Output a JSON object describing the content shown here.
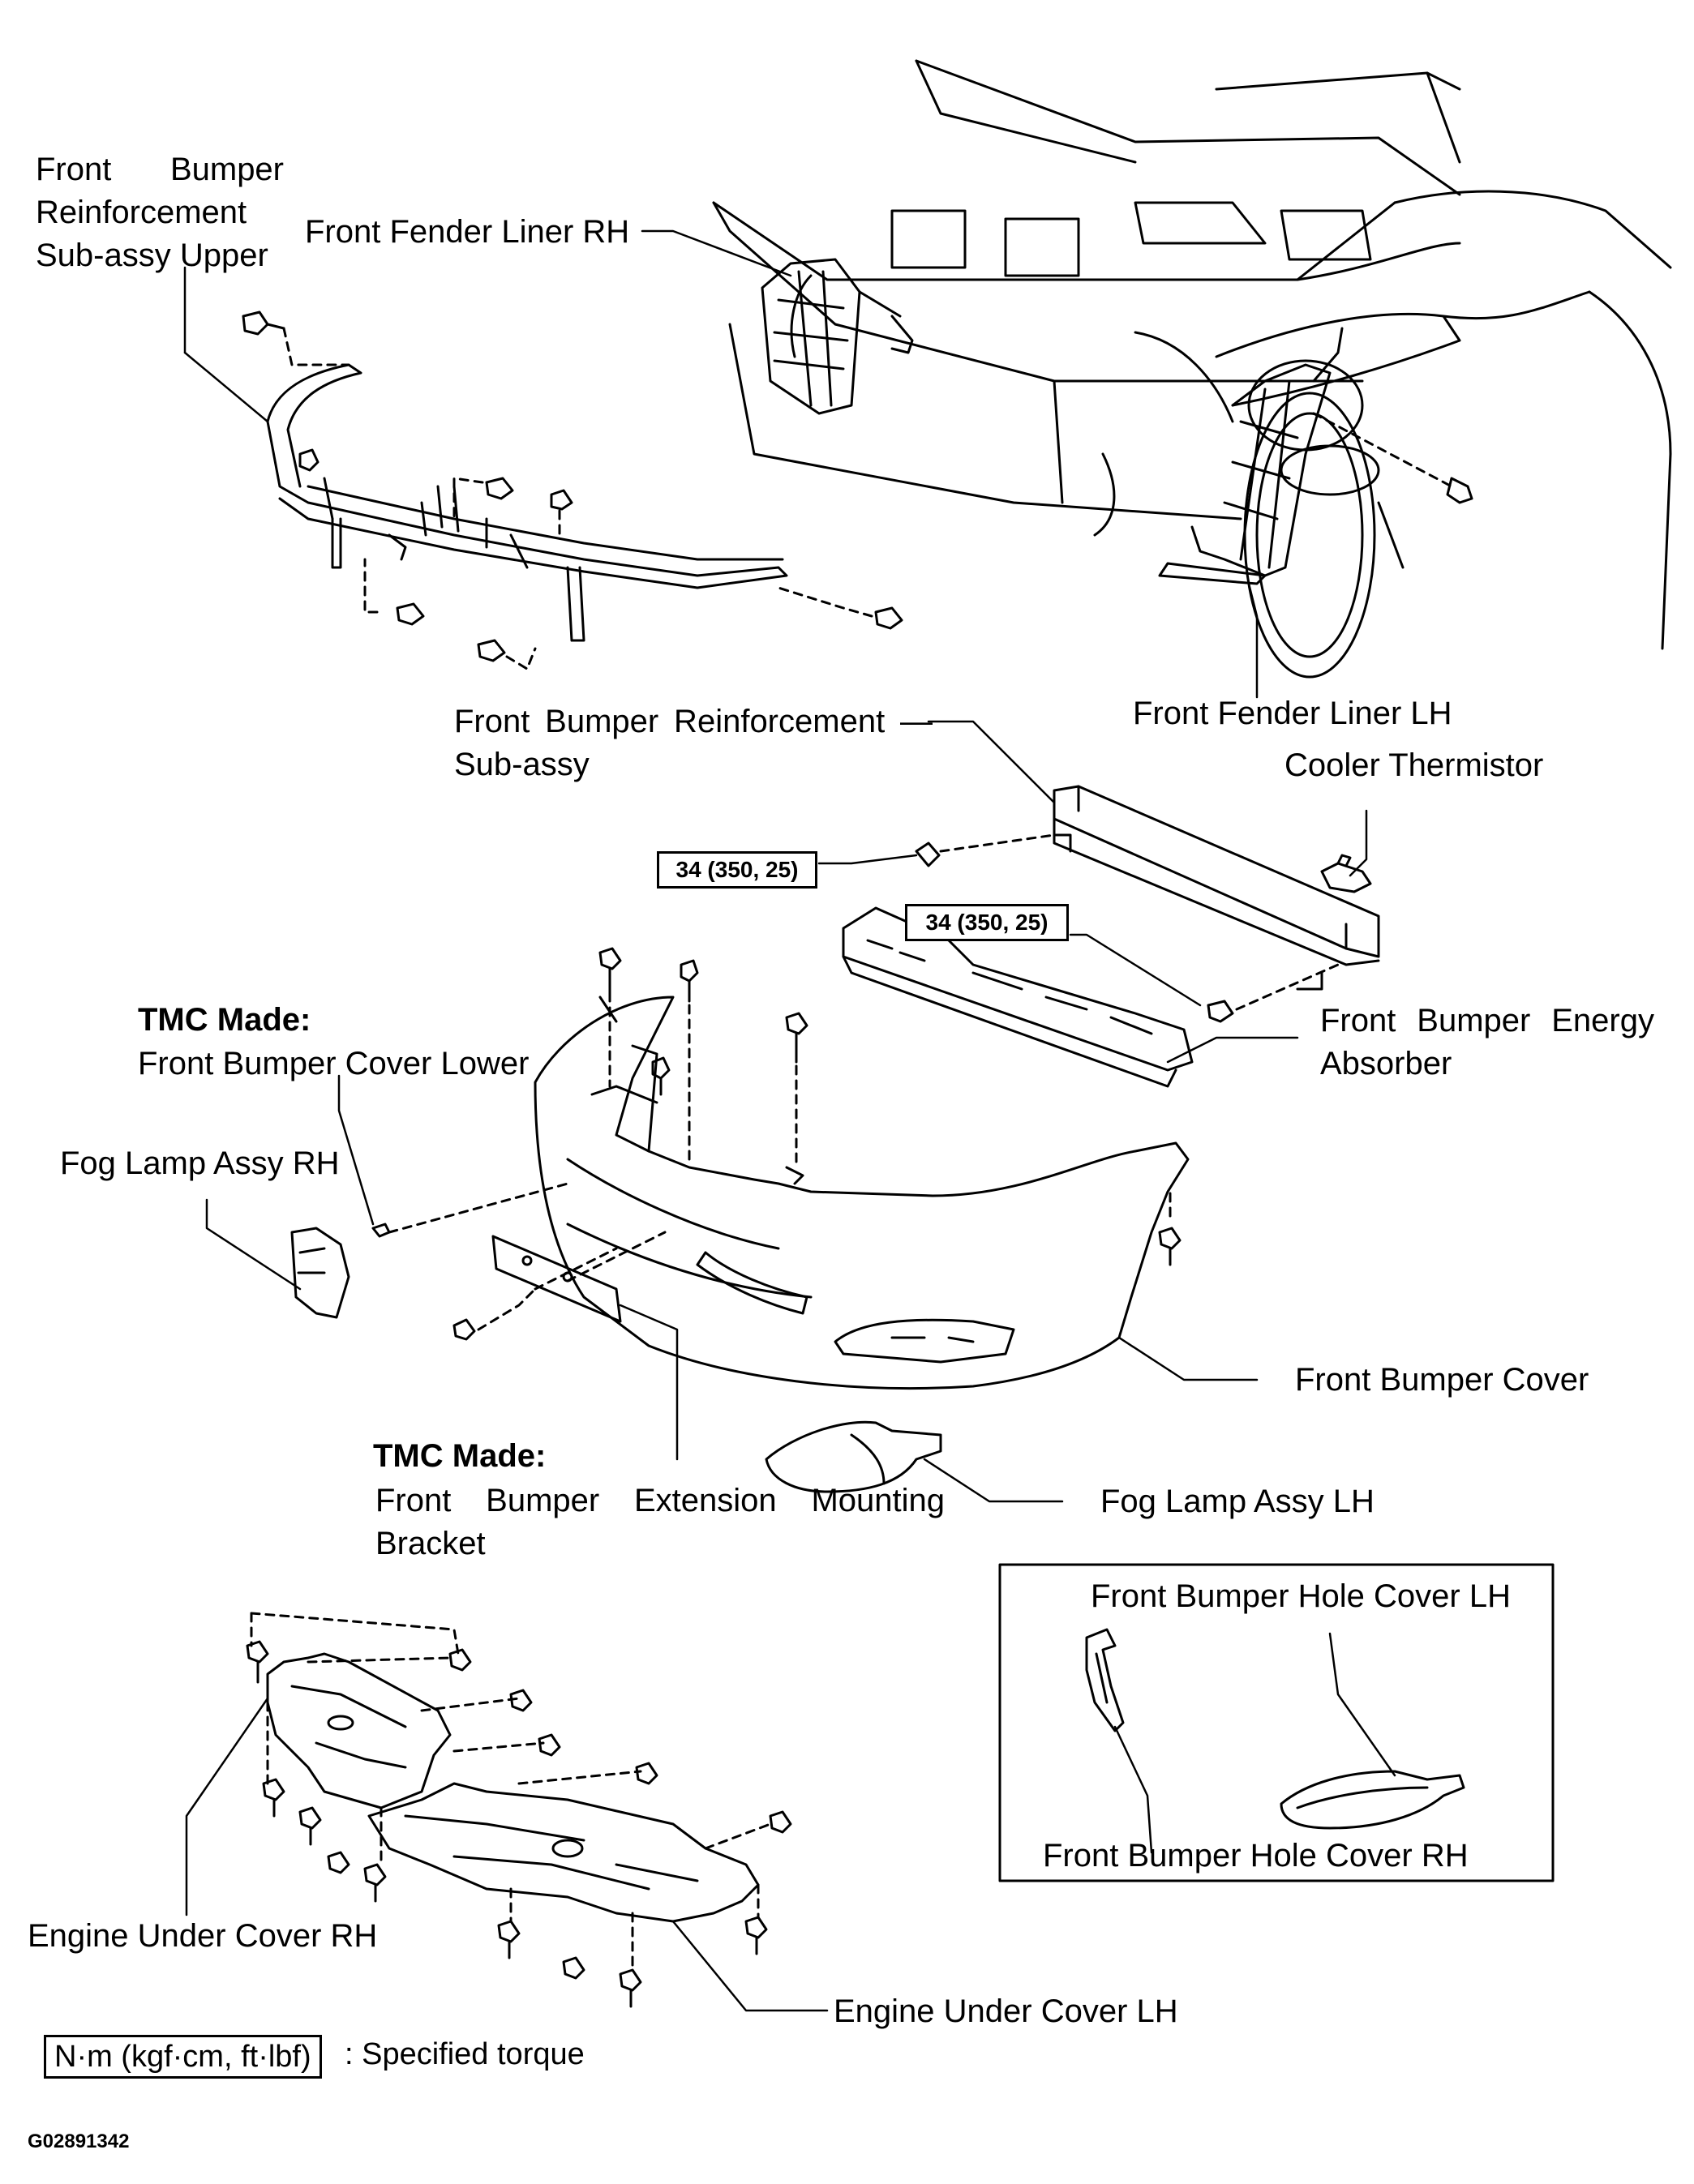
{
  "labels": {
    "reinf_upper": [
      "Front Bumper",
      "Reinforcement",
      "Sub-assy Upper"
    ],
    "fender_rh": "Front Fender Liner RH",
    "fender_lh": "Front Fender Liner LH",
    "reinf": [
      "Front Bumper Reinforcement —",
      "Sub-assy"
    ],
    "cooler": "Cooler Thermistor",
    "torque_1": "34 (350, 25)",
    "torque_2": "34 (350, 25)",
    "tmc_1": "TMC Made:",
    "cover_lower": "Front Bumper Cover Lower",
    "absorber": [
      "Front Bumper Energy",
      "Absorber"
    ],
    "fog_rh": "Fog Lamp Assy RH",
    "bumper_cover": "Front Bumper Cover",
    "tmc_2": "TMC Made:",
    "ext_bracket": [
      "Front Bumper Extension Mounting",
      "Bracket"
    ],
    "fog_lh": "Fog Lamp Assy LH",
    "hole_lh": "Front Bumper Hole Cover LH",
    "hole_rh": "Front Bumper Hole Cover RH",
    "under_rh": "Engine Under Cover RH",
    "under_lh": "Engine Under Cover LH"
  },
  "legend": {
    "box": "N·m (kgf·cm, ft·lbf)",
    "text": ": Specified torque"
  },
  "figure_code": "G02891342"
}
